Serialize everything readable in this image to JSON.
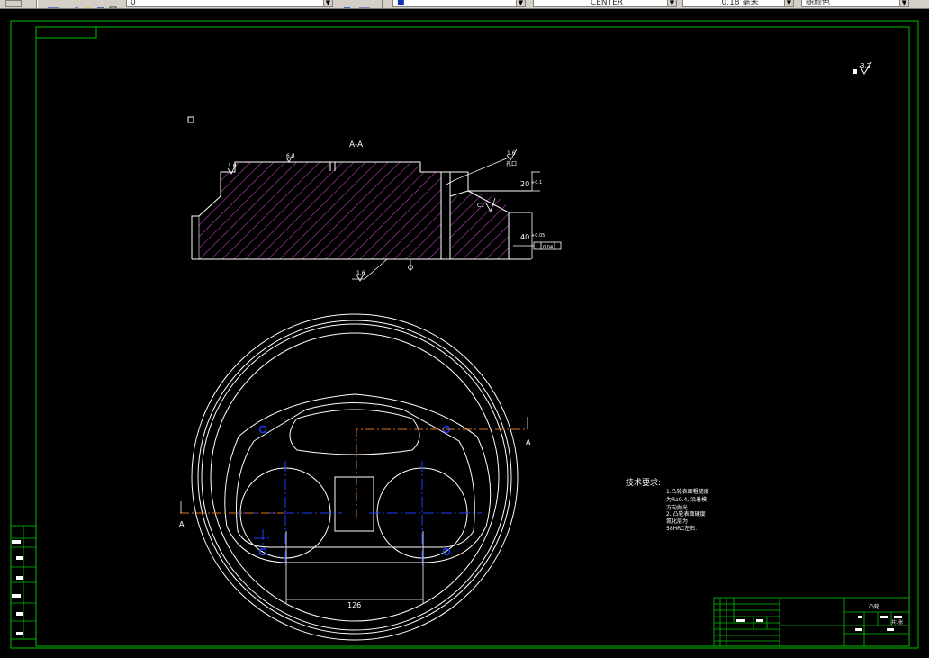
{
  "toolbar": {
    "layer_value": "0",
    "color_value": "■",
    "linetype_value": "CENTER",
    "lineweight_value": "0.18 毫米",
    "plotstyle_value": "随颜色"
  },
  "drawing": {
    "section_label": "A-A",
    "cut_label_left": "A",
    "cut_label_right": "A",
    "dim_126": "126",
    "dim_20": "20",
    "dim_40": "40",
    "roughness_top": "6.3",
    "roughness_corner": "3.2",
    "hole_note": "孔口",
    "roughness_left": "1.6",
    "roughness_bottom": "1.6",
    "roughness_right": "1.6",
    "dim_20_tol": "+0.1",
    "dim_40_tol": "+0.05",
    "dim_chamfer": "C1",
    "tolerance_frame": "0.04"
  },
  "tech_notes": {
    "title": "技术要求:",
    "lines": [
      "1.凸轮表面粗糙度",
      "为Ra0.4, 沿着模",
      "方向抛光.",
      "2. 凸轮表面硬度",
      "氮化层为",
      "58HRC左右."
    ]
  },
  "title_block": {
    "name": "凸轮",
    "sheet_label": "共1张"
  }
}
